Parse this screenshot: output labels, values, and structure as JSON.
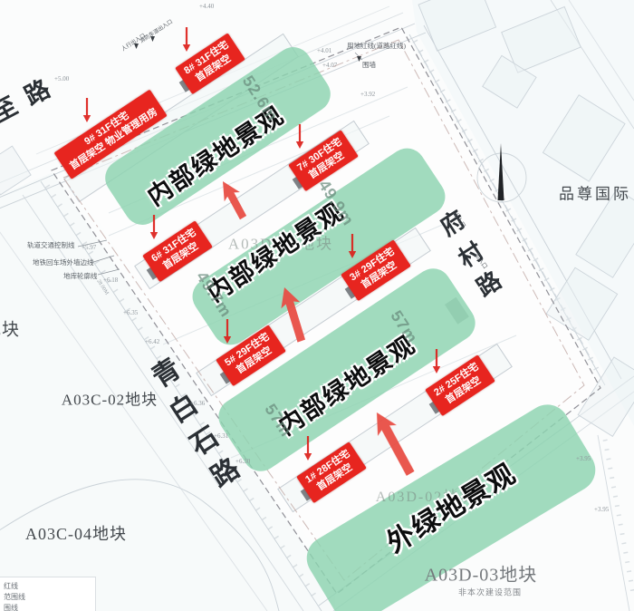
{
  "green_areas": [
    {
      "label": "内部绿地景观",
      "measure_right": "52.6m"
    },
    {
      "label": "内部绿地景观",
      "measure_right": "49.9m",
      "measure_left": "49.7m"
    },
    {
      "label": "内部绿地景观",
      "measure_right": "57m",
      "measure_left": "57m"
    },
    {
      "label": "外绿地景观"
    }
  ],
  "building_labels": [
    {
      "line1": "9#  31F住宅",
      "line2": "首层架空 物业管理用房"
    },
    {
      "line1": "8#  31F住宅",
      "line2": "首层架空"
    },
    {
      "line1": "7#  30F住宅",
      "line2": "首层架空"
    },
    {
      "line1": "6#  31F住宅",
      "line2": "首层架空"
    },
    {
      "line1": "3#  29F住宅",
      "line2": "首层架空"
    },
    {
      "line1": "5#  29F住宅",
      "line2": "首层架空"
    },
    {
      "line1": "2#  25F住宅",
      "line2": "首层架空"
    },
    {
      "line1": "1#  28F住宅",
      "line2": "首层架空"
    }
  ],
  "roads": {
    "qingbaishi": {
      "name": "青白石路",
      "chars": [
        "青",
        "白",
        "石",
        "路"
      ]
    },
    "fucun": {
      "name": "府村路",
      "chars": [
        "府",
        "村",
        "路"
      ]
    },
    "topleft": {
      "name": "至路",
      "chars": [
        "至",
        "路"
      ]
    }
  },
  "plots": {
    "a03c02": "A03C-02地块",
    "a03c04": "A03C-04地块",
    "a03d03": "A03D-03地块",
    "a03d02": "A03D-02地块",
    "a03d01": "A03D-01地块",
    "fragment": "地块",
    "pinzun": "品尊国际",
    "note": "非本次建设范围"
  },
  "annotations": {
    "rail": "轨道交通控制线",
    "metro": "地铁回车场外墙边线",
    "garage": "地库轮廓线",
    "redline": "用地红线(道路红线)",
    "wall": "围墙",
    "entry_ped": "人行出入口",
    "entry_fire": "消防车道出入口",
    "entry_a": "出入口",
    "entry_b": "出入口",
    "scale_mark": "28.00M"
  },
  "elevations": [
    "+4.40",
    "+5.00",
    "+5.97",
    "+6.18",
    "+6.35",
    "+6.42",
    "+6.36",
    "+6.31",
    "+6.30",
    "+4.01",
    "+4.07",
    "+3.92",
    "+3.95",
    "+3.95"
  ],
  "legend": {
    "items": [
      "红线",
      "范围线",
      "围线"
    ]
  },
  "colors": {
    "green_band": "#8cd3b0",
    "red_label": "#e7251f",
    "arrow_red": "#e84f45",
    "measure_text": "#688a7c"
  },
  "icons": {
    "north_needle": "north-needle-icon",
    "annotation_arrow": "red-arrow-icon",
    "entrance_marker": "triangle-marker-icon"
  }
}
